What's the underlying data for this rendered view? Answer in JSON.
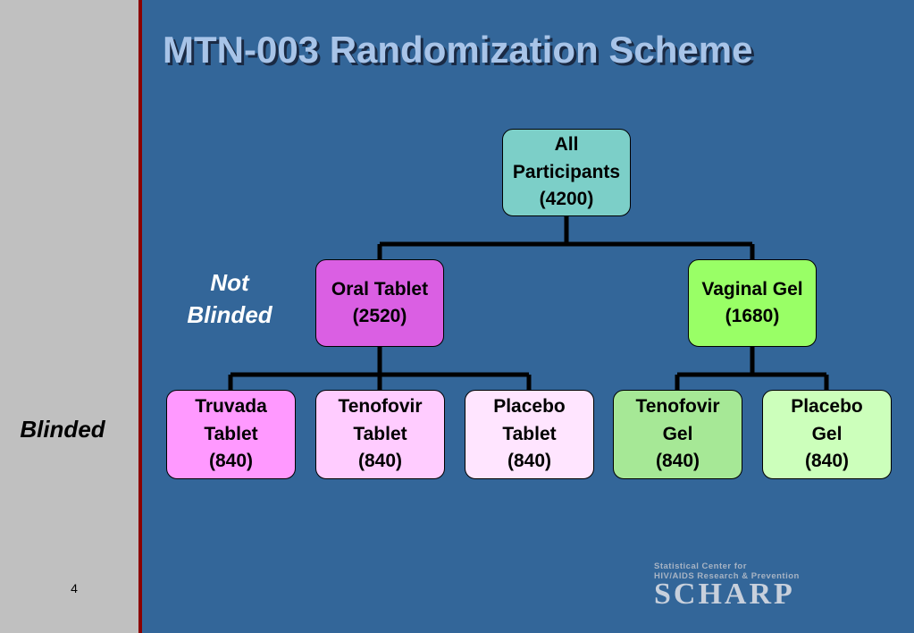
{
  "title": "MTN-003 Randomization Scheme",
  "side_labels": {
    "not_blinded": [
      "Not",
      "Blinded"
    ],
    "blinded": "Blinded"
  },
  "page_number": "4",
  "nodes": {
    "root": {
      "lines": [
        "All",
        "Participants",
        "(4200)"
      ],
      "color": "#7ccfc8"
    },
    "oral": {
      "lines": [
        "Oral Tablet",
        "(2520)"
      ],
      "color": "#da5fe3"
    },
    "vaginal": {
      "lines": [
        "Vaginal Gel",
        "(1680)"
      ],
      "color": "#99ff66"
    },
    "truvada_tablet": {
      "lines": [
        "Truvada",
        "Tablet",
        "(840)"
      ],
      "color": "#ff99ff"
    },
    "tenofovir_tablet": {
      "lines": [
        "Tenofovir",
        "Tablet",
        "(840)"
      ],
      "color": "#ffccff"
    },
    "placebo_tablet": {
      "lines": [
        "Placebo",
        "Tablet",
        "(840)"
      ],
      "color": "#ffe5ff"
    },
    "tenofovir_gel": {
      "lines": [
        "Tenofovir",
        "Gel",
        "(840)"
      ],
      "color": "#a6e896"
    },
    "placebo_gel": {
      "lines": [
        "Placebo",
        "Gel",
        "(840)"
      ],
      "color": "#ccffbb"
    }
  },
  "logo": {
    "line1": "Statistical Center for",
    "line2": "HIV/AIDS Research & Prevention",
    "name": "SCHARP"
  },
  "colors": {
    "background": "#336699",
    "sidebar": "#c0c0c0",
    "sidebar_rule": "#8b0000",
    "title_text": "#a8c4e8"
  }
}
